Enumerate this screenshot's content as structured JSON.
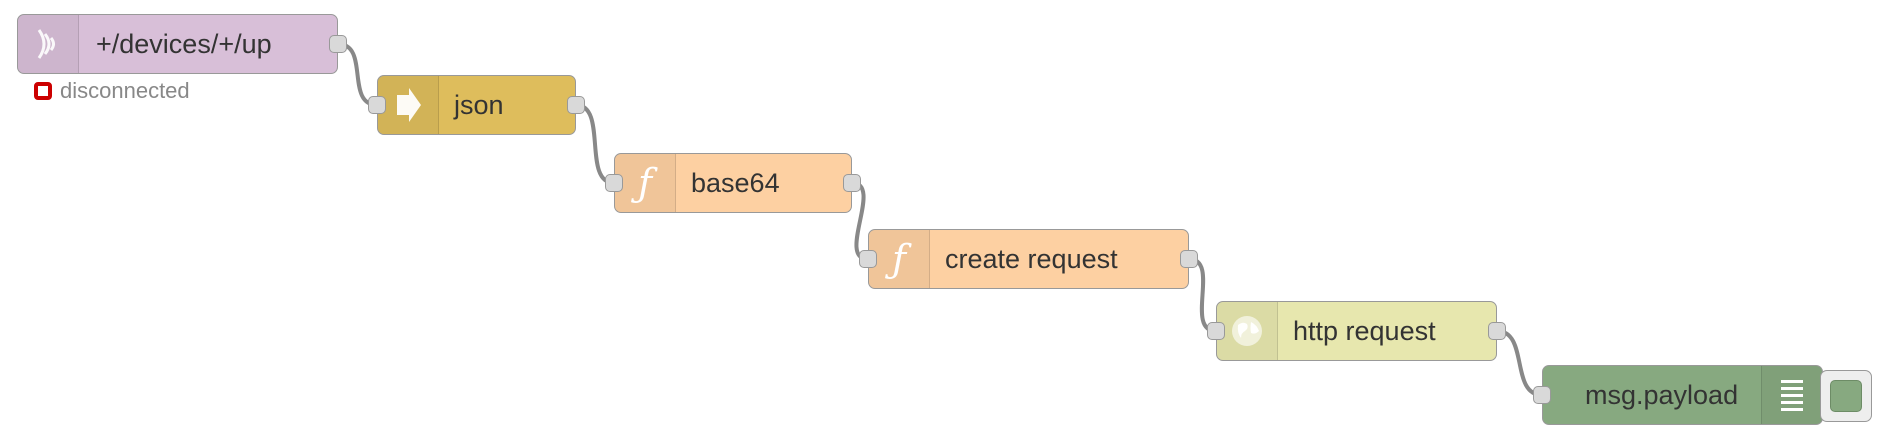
{
  "nodes": [
    {
      "id": "mqtt",
      "label": "+/devices/+/up",
      "color": "#d8bfd8",
      "icon": "mqtt-wave-icon",
      "status": {
        "text": "disconnected",
        "color": "#cc0000"
      }
    },
    {
      "id": "json",
      "label": "json",
      "color": "#debd5c",
      "icon": "json-arrow-icon"
    },
    {
      "id": "base64",
      "label": "base64",
      "color": "#fdd0a2",
      "icon": "function-icon"
    },
    {
      "id": "create",
      "label": "create request",
      "color": "#fdd0a2",
      "icon": "function-icon"
    },
    {
      "id": "http",
      "label": "http request",
      "color": "#e7e7ae",
      "icon": "globe-icon"
    },
    {
      "id": "debug",
      "label": "msg.payload",
      "color": "#87a980",
      "icon": "debug-list-icon"
    }
  ],
  "wire_color": "#888888"
}
